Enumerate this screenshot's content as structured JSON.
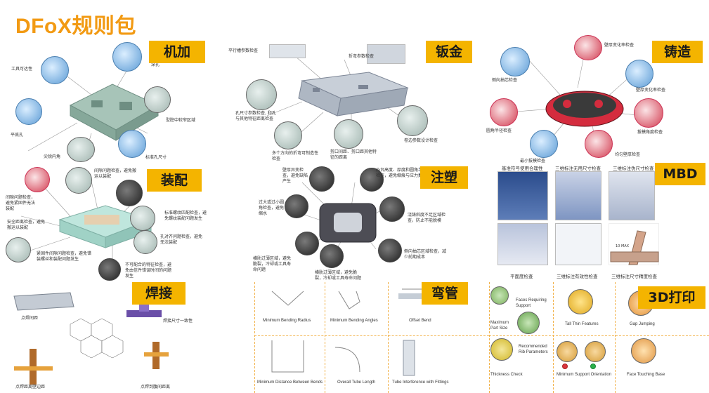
{
  "title": "DFoX规则包",
  "machining": {
    "badge": "机加",
    "labels": {
      "tool_access": "工具可达性",
      "deep_hole": "深孔",
      "narrow_region": "型腔中较窄区域",
      "flat_hole": "平底孔",
      "sharp_corner": "尖锐内角",
      "std_hole": "标准孔尺寸"
    }
  },
  "sheetmetal": {
    "badge": "钣金",
    "labels": {
      "parallel": "平行槽参数检查",
      "bend_param": "折弯参数检查",
      "hole_size": "孔尺寸参数检查, 和孔与其他特征距离检查",
      "multi_bend": "多个方向的折弯可制造性检查",
      "cut_gap": "剪口间距、剪口距其他特征的距离",
      "hem": "卷边参数设计检查"
    }
  },
  "casting": {
    "badge": "铸造",
    "labels": {
      "wall_change": "壁厚变化率检查",
      "side_core": "侧向抽芯检查",
      "wall_change2": "壁厚变化率检查",
      "fillet": "圆角半径检查",
      "draft": "拔模角度检查",
      "uniform_wall": "均匀壁厚检查",
      "min_draft": "最小拔模检查"
    }
  },
  "assembly": {
    "badge": "装配",
    "labels": {
      "a1": "间隙问题检查，避免紧固件无法装配",
      "a2": "间隙问题检查，避免搬运以装配",
      "a3": "标准螺纹匹配检查，避免螺纹装配问题发生",
      "a4": "安全距离检查，避免搬运以装配",
      "a5": "孔对齐问题检查，避免无法装配",
      "a6": "紧固件间隙问题检查，避免错装螺丝和装配问题发生",
      "a7": "不可配合的特征检查，避免由信件错误时间的问题发生"
    }
  },
  "injection": {
    "badge": "注塑",
    "labels": {
      "i1": "壁厚异变检查，避免缺陷产生",
      "i2": "凸台高度、厚度和圆角半径检查，避免缩痕与应力集中",
      "i3": "过大或过小圆角检查，避免缩水",
      "i4": "浇铸斜度不足区域检查，防止不能脱模",
      "i5": "侧向抽芯区域检查，减少前期成本",
      "i6": "横肋过薄区域，避免脆裂，冷却或工具寿命问题",
      "i7": "横肋过薄区域，避免脆裂，冷却或工具寿命问题"
    }
  },
  "mbd": {
    "badge": "MBD",
    "cells": [
      "基准符号使用合理性",
      "三维标注无用尺寸检查",
      "三维标注伪尺寸检查",
      "平面度检查",
      "三维标注有效性检查",
      "三维标注尺寸精度检查"
    ],
    "dim_label": "10 MAX"
  },
  "welding": {
    "badge": "焊接",
    "labels": {
      "w1": "点焊间距",
      "w2": "焊接尺寸一致性",
      "w3": "点焊距离壁边距",
      "w4": "点焊到腹间距离"
    }
  },
  "bending": {
    "badge": "弯管",
    "captions": [
      "Minimum Bending Radius",
      "Minimum Bending Angles",
      "Offset Bend",
      "Minimum Distance Between Bends",
      "Overall Tube Length",
      "Tube Interference with Fittings"
    ]
  },
  "printing": {
    "badge": "3D打印",
    "captions": {
      "faces_support": "Faces Requiring Support",
      "max_part": "Maximum Part Size",
      "ribs": "Recommended Rib Parameters",
      "thickness": "Thickness Check",
      "tall_thin": "Tall Thin Features",
      "gap": "Gap Jumping",
      "min_support": "Minimum Support Orientation",
      "face_touch": "Face Touching Base"
    }
  },
  "colors": {
    "title": "#f29a13",
    "badge": "#f4b400",
    "divider": "#f2b24a"
  }
}
